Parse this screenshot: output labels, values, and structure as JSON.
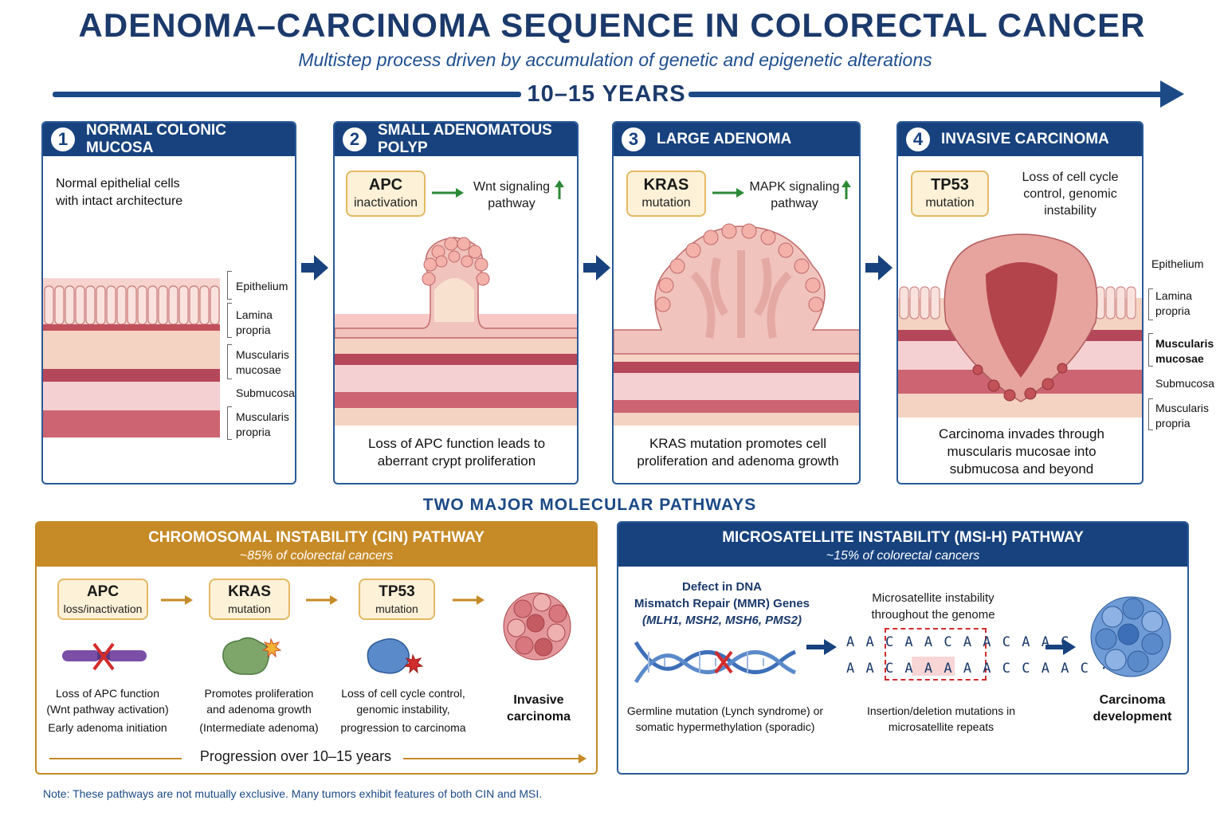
{
  "title": "ADENOMA–CARCINOMA SEQUENCE IN COLORECTAL CANCER",
  "subtitle": "Multistep process driven by accumulation of genetic and epigenetic alterations",
  "timeline_label": "10–15 YEARS",
  "stages": [
    {
      "num": "1",
      "title": "NORMAL COLONIC MUCOSA",
      "intro": "Normal epithelial cells with intact architecture",
      "layers": [
        "Epithelium",
        "Lamina propria",
        "Muscularis mucosae",
        "Submucosa",
        "Muscularis propria"
      ]
    },
    {
      "num": "2",
      "title": "SMALL ADENOMATOUS POLYP",
      "gene": "APC",
      "gene_sub": "inactivation",
      "signal": "Wnt signaling pathway",
      "desc": "Loss of APC function leads to aberrant crypt proliferation"
    },
    {
      "num": "3",
      "title": "LARGE ADENOMA",
      "gene": "KRAS",
      "gene_sub": "mutation",
      "signal": "MAPK signaling pathway",
      "desc": "KRAS mutation promotes cell proliferation and adenoma growth"
    },
    {
      "num": "4",
      "title": "INVASIVE CARCINOMA",
      "gene": "TP53",
      "gene_sub": "mutation",
      "signal": "Loss of cell cycle control, genomic instability",
      "desc": "Carcinoma invades through muscularis mucosae into submucosa and beyond",
      "layers": [
        "Epithelium",
        "Lamina propria",
        "Muscularis mucosae",
        "Submucosa",
        "Muscularis propria"
      ]
    }
  ],
  "pathways_title": "TWO MAJOR MOLECULAR PATHWAYS",
  "cin": {
    "title": "CHROMOSOMAL INSTABILITY (CIN) PATHWAY",
    "subtitle": "~85% of colorectal cancers",
    "steps": [
      {
        "gene": "APC",
        "sub": "loss/inactivation",
        "desc1": "Loss of APC function",
        "desc2": "(Wnt pathway activation)",
        "desc3": "Early adenoma initiation"
      },
      {
        "gene": "KRAS",
        "sub": "mutation",
        "desc1": "Promotes proliferation",
        "desc2": "and adenoma growth",
        "desc3": "(Intermediate adenoma)"
      },
      {
        "gene": "TP53",
        "sub": "mutation",
        "desc1": "Loss of cell cycle control,",
        "desc2": "genomic instability,",
        "desc3": "progression to carcinoma"
      }
    ],
    "end_label": "Invasive carcinoma",
    "progression": "Progression over 10–15 years"
  },
  "msi": {
    "title": "MICROSATELLITE INSTABILITY (MSI-H) PATHWAY",
    "subtitle": "~15% of colorectal cancers",
    "defect_line1": "Defect in DNA",
    "defect_line2": "Mismatch Repair (MMR) Genes",
    "defect_genes": "(MLH1, MSH2, MSH6, PMS2)",
    "germline": "Germline mutation (Lynch syndrome) or somatic hypermethylation (sporadic)",
    "instability_label": "Microsatellite instability throughout the genome",
    "seq1": "A A C A A C A A C A A C",
    "seq2": "A A C A A A A A C C A A C ···",
    "indel": "Insertion/deletion mutations in microsatellite repeats",
    "end_label": "Carcinoma development"
  },
  "note": "Note: These pathways are not mutually exclusive. Many tumors exhibit features of both CIN and MSI.",
  "colors": {
    "navy": "#17427e",
    "gold": "#c68a26",
    "tissue_pink": "#e8a3a8",
    "muscle": "#b5475a",
    "box_fill": "#fdf1d8"
  }
}
